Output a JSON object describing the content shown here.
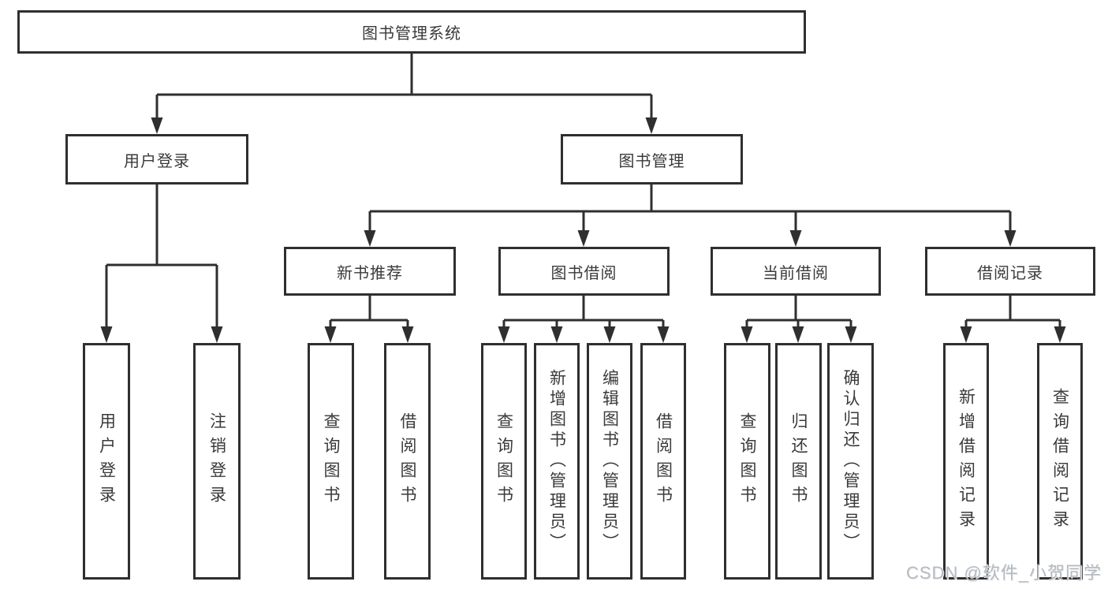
{
  "diagram": {
    "root": {
      "label": "图书管理系统"
    },
    "level2": [
      {
        "label": "用户登录"
      },
      {
        "label": "图书管理"
      }
    ],
    "level3": [
      {
        "label": "新书推荐"
      },
      {
        "label": "图书借阅"
      },
      {
        "label": "当前借阅"
      },
      {
        "label": "借阅记录"
      }
    ],
    "leaves": [
      {
        "label": "用户登录"
      },
      {
        "label": "注销登录"
      },
      {
        "label": "查询图书"
      },
      {
        "label": "借阅图书"
      },
      {
        "label": "查询图书"
      },
      {
        "label": "新增图书（管理员）"
      },
      {
        "label": "编辑图书（管理员）"
      },
      {
        "label": "借阅图书"
      },
      {
        "label": "查询图书"
      },
      {
        "label": "归还图书"
      },
      {
        "label": "确认归还（管理员）"
      },
      {
        "label": "新增借阅记录"
      },
      {
        "label": "查询借阅记录"
      }
    ],
    "colors": {
      "line": "#2f2f2f",
      "text": "#3a3a3a",
      "box_background": "#ffffff",
      "watermark": "#b5bac0"
    }
  },
  "watermark": {
    "text": "CSDN @软件_小贺同学"
  }
}
